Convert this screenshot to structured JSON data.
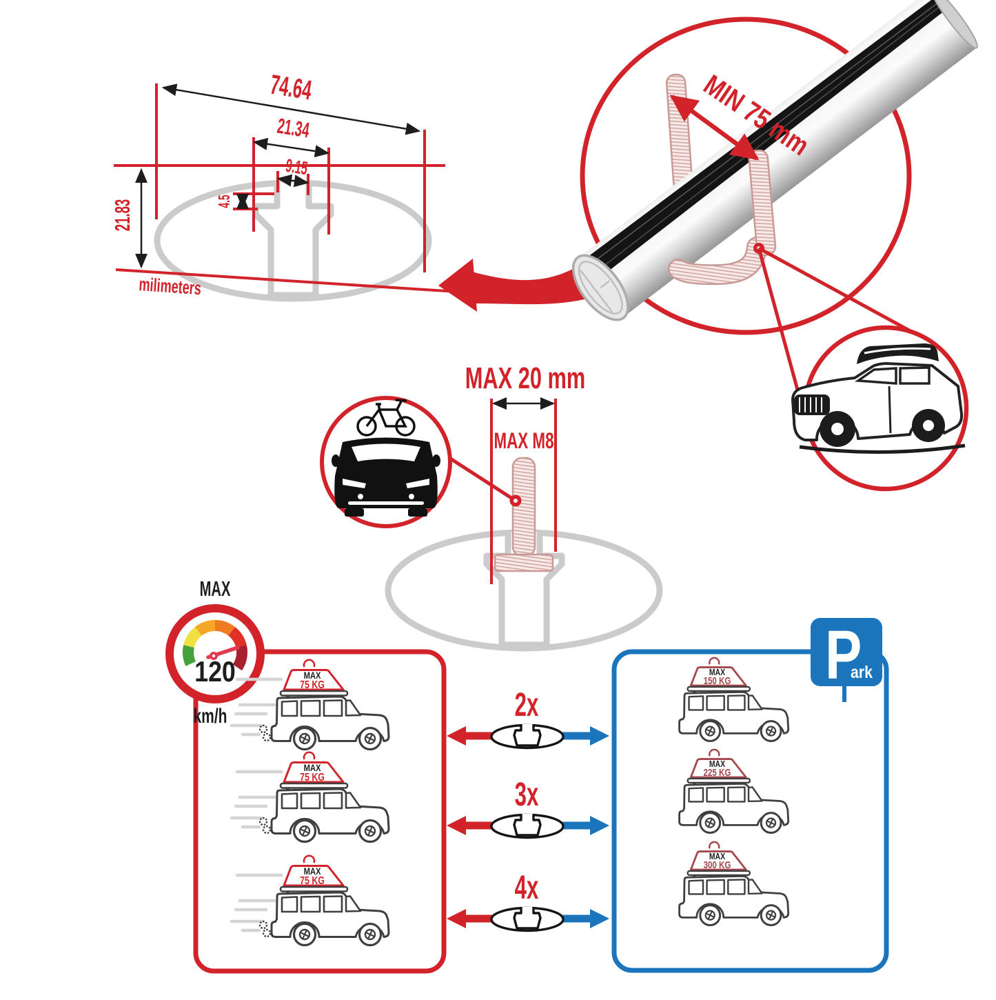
{
  "colors": {
    "red": "#d2232a",
    "blue": "#1b75bc",
    "profile_gray": "#cbcbcb",
    "maroon": "#a3474d"
  },
  "profile_diagram": {
    "total_width": "74.64",
    "slot_width": "21.34",
    "slot_opening": "9.15",
    "lip_depth": "4.5",
    "total_height": "21.83",
    "units": "milimeters"
  },
  "bar_figure": {
    "clearance": "MIN 75 mm"
  },
  "bolt_figure": {
    "max_width": "MAX 20 mm",
    "max_thread": "MAX M8"
  },
  "speedometer": {
    "label": "MAX",
    "value": "120",
    "units": "km/h"
  },
  "driving_panel": {
    "bags": [
      {
        "label": "MAX",
        "value": "75 KG"
      },
      {
        "label": "MAX",
        "value": "75 KG"
      },
      {
        "label": "MAX",
        "value": "75 KG"
      }
    ]
  },
  "parked_panel": {
    "bags": [
      {
        "label": "MAX",
        "value": "150 KG"
      },
      {
        "label": "MAX",
        "value": "225 KG"
      },
      {
        "label": "MAX",
        "value": "300 KG"
      }
    ],
    "sign": {
      "letter": "P",
      "suffix": "ark"
    }
  },
  "multipliers": [
    "2x",
    "3x",
    "4x"
  ]
}
